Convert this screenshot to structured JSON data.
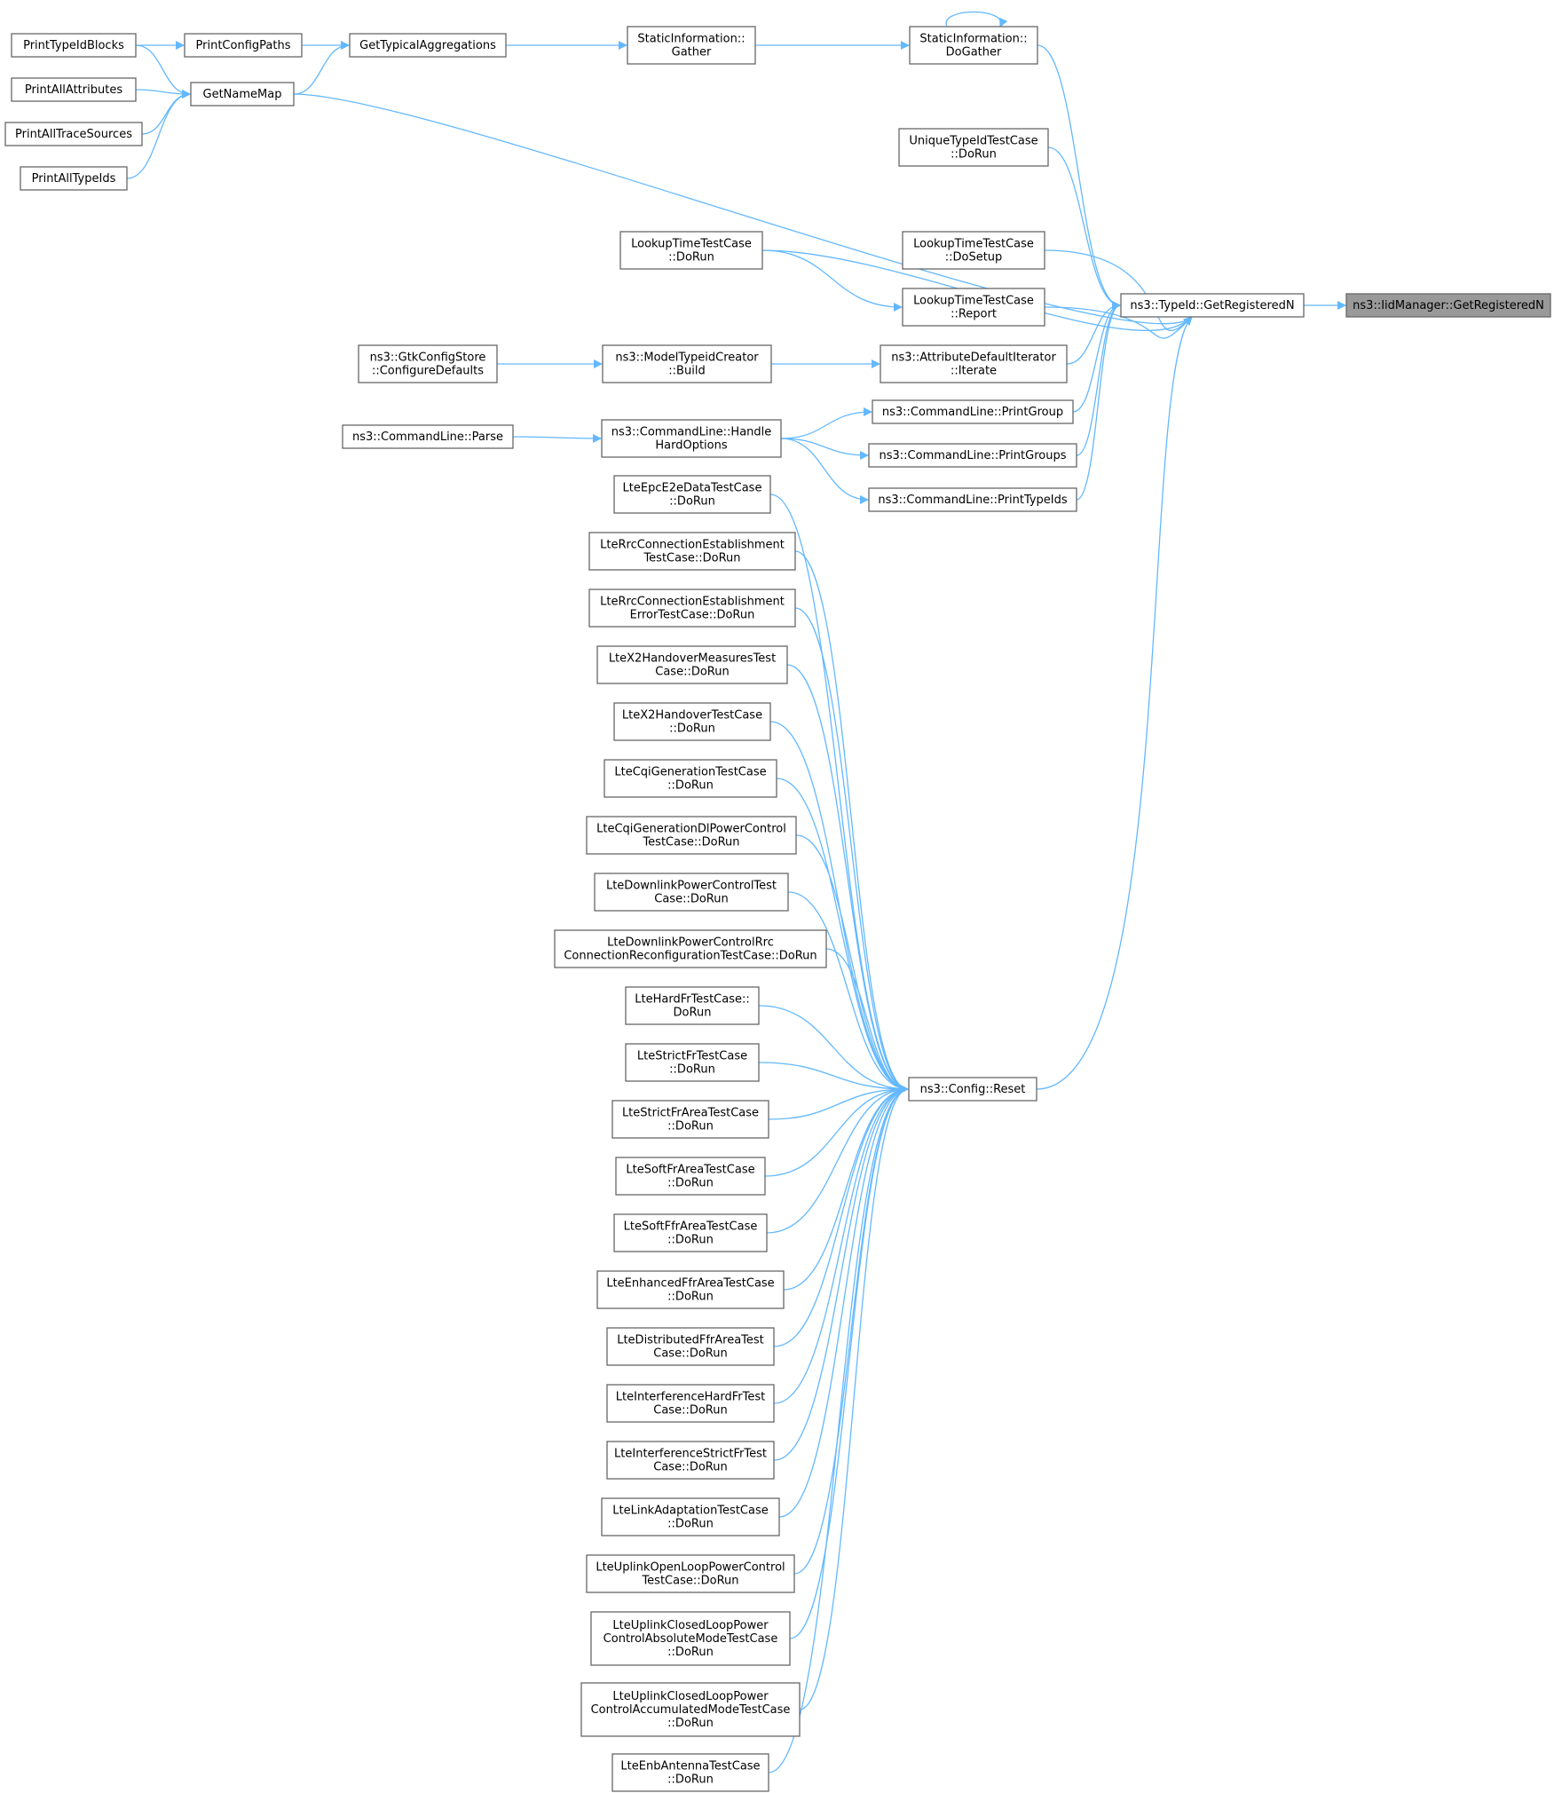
{
  "colors": {
    "edge": "#63b8ff",
    "node_border": "#666666",
    "node_fill": "#ffffff",
    "highlight_fill": "#999999"
  },
  "nodes": [
    {
      "id": "iid",
      "lines": [
        "ns3::IidManager::GetRegisteredN"
      ],
      "highlight": true
    },
    {
      "id": "typeid",
      "lines": [
        "ns3::TypeId::GetRegisteredN"
      ]
    },
    {
      "id": "dogather",
      "lines": [
        "StaticInformation::",
        "DoGather"
      ]
    },
    {
      "id": "gather",
      "lines": [
        "StaticInformation::",
        "Gather"
      ]
    },
    {
      "id": "typagg",
      "lines": [
        "GetTypicalAggregations"
      ]
    },
    {
      "id": "pcp",
      "lines": [
        "PrintConfigPaths"
      ]
    },
    {
      "id": "ptib",
      "lines": [
        "PrintTypeIdBlocks"
      ]
    },
    {
      "id": "gnm",
      "lines": [
        "GetNameMap"
      ]
    },
    {
      "id": "paa",
      "lines": [
        "PrintAllAttributes"
      ]
    },
    {
      "id": "pats",
      "lines": [
        "PrintAllTraceSources"
      ]
    },
    {
      "id": "pati",
      "lines": [
        "PrintAllTypeIds"
      ]
    },
    {
      "id": "utid",
      "lines": [
        "UniqueTypeIdTestCase",
        "::DoRun"
      ]
    },
    {
      "id": "ltrun",
      "lines": [
        "LookupTimeTestCase",
        "::DoRun"
      ]
    },
    {
      "id": "ltsetup",
      "lines": [
        "LookupTimeTestCase",
        "::DoSetup"
      ]
    },
    {
      "id": "ltreport",
      "lines": [
        "LookupTimeTestCase",
        "::Report"
      ]
    },
    {
      "id": "gtk",
      "lines": [
        "ns3::GtkConfigStore",
        "::ConfigureDefaults"
      ]
    },
    {
      "id": "mtc",
      "lines": [
        "ns3::ModelTypeidCreator",
        "::Build"
      ]
    },
    {
      "id": "adi",
      "lines": [
        "ns3::AttributeDefaultIterator",
        "::Iterate"
      ]
    },
    {
      "id": "parse",
      "lines": [
        "ns3::CommandLine::Parse"
      ]
    },
    {
      "id": "hho",
      "lines": [
        "ns3::CommandLine::Handle",
        "HardOptions"
      ]
    },
    {
      "id": "pg",
      "lines": [
        "ns3::CommandLine::PrintGroup"
      ]
    },
    {
      "id": "pgs",
      "lines": [
        "ns3::CommandLine::PrintGroups"
      ]
    },
    {
      "id": "pti",
      "lines": [
        "ns3::CommandLine::PrintTypeIds"
      ]
    },
    {
      "id": "reset",
      "lines": [
        "ns3::Config::Reset"
      ]
    },
    {
      "id": "l1",
      "lines": [
        "LteEpcE2eDataTestCase",
        "::DoRun"
      ]
    },
    {
      "id": "l2",
      "lines": [
        "LteRrcConnectionEstablishment",
        "TestCase::DoRun"
      ]
    },
    {
      "id": "l3",
      "lines": [
        "LteRrcConnectionEstablishment",
        "ErrorTestCase::DoRun"
      ]
    },
    {
      "id": "l4",
      "lines": [
        "LteX2HandoverMeasuresTest",
        "Case::DoRun"
      ]
    },
    {
      "id": "l5",
      "lines": [
        "LteX2HandoverTestCase",
        "::DoRun"
      ]
    },
    {
      "id": "l6",
      "lines": [
        "LteCqiGenerationTestCase",
        "::DoRun"
      ]
    },
    {
      "id": "l7",
      "lines": [
        "LteCqiGenerationDlPowerControl",
        "TestCase::DoRun"
      ]
    },
    {
      "id": "l8",
      "lines": [
        "LteDownlinkPowerControlTest",
        "Case::DoRun"
      ]
    },
    {
      "id": "l9",
      "lines": [
        "LteDownlinkPowerControlRrc",
        "ConnectionReconfigurationTestCase::DoRun"
      ]
    },
    {
      "id": "l10",
      "lines": [
        "LteHardFrTestCase::",
        "DoRun"
      ]
    },
    {
      "id": "l11",
      "lines": [
        "LteStrictFrTestCase",
        "::DoRun"
      ]
    },
    {
      "id": "l12",
      "lines": [
        "LteStrictFrAreaTestCase",
        "::DoRun"
      ]
    },
    {
      "id": "l13",
      "lines": [
        "LteSoftFrAreaTestCase",
        "::DoRun"
      ]
    },
    {
      "id": "l14",
      "lines": [
        "LteSoftFfrAreaTestCase",
        "::DoRun"
      ]
    },
    {
      "id": "l15",
      "lines": [
        "LteEnhancedFfrAreaTestCase",
        "::DoRun"
      ]
    },
    {
      "id": "l16",
      "lines": [
        "LteDistributedFfrAreaTest",
        "Case::DoRun"
      ]
    },
    {
      "id": "l17",
      "lines": [
        "LteInterferenceHardFrTest",
        "Case::DoRun"
      ]
    },
    {
      "id": "l18",
      "lines": [
        "LteInterferenceStrictFrTest",
        "Case::DoRun"
      ]
    },
    {
      "id": "l19",
      "lines": [
        "LteLinkAdaptationTestCase",
        "::DoRun"
      ]
    },
    {
      "id": "l20",
      "lines": [
        "LteUplinkOpenLoopPowerControl",
        "TestCase::DoRun"
      ]
    },
    {
      "id": "l21",
      "lines": [
        "LteUplinkClosedLoopPower",
        "ControlAbsoluteModeTestCase",
        "::DoRun"
      ]
    },
    {
      "id": "l22",
      "lines": [
        "LteUplinkClosedLoopPower",
        "ControlAccumulatedModeTestCase",
        "::DoRun"
      ]
    },
    {
      "id": "l23",
      "lines": [
        "LteEnbAntennaTestCase",
        "::DoRun"
      ]
    }
  ],
  "edges": [
    [
      "typeid",
      "iid"
    ],
    [
      "dogather",
      "dogather"
    ],
    [
      "dogather",
      "typeid"
    ],
    [
      "gather",
      "dogather"
    ],
    [
      "typagg",
      "gather"
    ],
    [
      "pcp",
      "typagg"
    ],
    [
      "gnm",
      "typagg"
    ],
    [
      "ptib",
      "pcp"
    ],
    [
      "ptib",
      "gnm"
    ],
    [
      "paa",
      "gnm"
    ],
    [
      "pats",
      "gnm"
    ],
    [
      "pati",
      "gnm"
    ],
    [
      "gnm",
      "typeid"
    ],
    [
      "utid",
      "typeid"
    ],
    [
      "ltrun",
      "typeid"
    ],
    [
      "ltrun",
      "ltreport"
    ],
    [
      "ltsetup",
      "typeid"
    ],
    [
      "ltreport",
      "typeid"
    ],
    [
      "gtk",
      "mtc"
    ],
    [
      "mtc",
      "adi"
    ],
    [
      "adi",
      "typeid"
    ],
    [
      "parse",
      "hho"
    ],
    [
      "hho",
      "pg"
    ],
    [
      "hho",
      "pgs"
    ],
    [
      "hho",
      "pti"
    ],
    [
      "pg",
      "typeid"
    ],
    [
      "pgs",
      "typeid"
    ],
    [
      "pti",
      "typeid"
    ],
    [
      "reset",
      "typeid"
    ],
    [
      "l1",
      "reset"
    ],
    [
      "l2",
      "reset"
    ],
    [
      "l3",
      "reset"
    ],
    [
      "l4",
      "reset"
    ],
    [
      "l5",
      "reset"
    ],
    [
      "l6",
      "reset"
    ],
    [
      "l7",
      "reset"
    ],
    [
      "l8",
      "reset"
    ],
    [
      "l9",
      "reset"
    ],
    [
      "l10",
      "reset"
    ],
    [
      "l11",
      "reset"
    ],
    [
      "l12",
      "reset"
    ],
    [
      "l13",
      "reset"
    ],
    [
      "l14",
      "reset"
    ],
    [
      "l15",
      "reset"
    ],
    [
      "l16",
      "reset"
    ],
    [
      "l17",
      "reset"
    ],
    [
      "l18",
      "reset"
    ],
    [
      "l19",
      "reset"
    ],
    [
      "l20",
      "reset"
    ],
    [
      "l21",
      "reset"
    ],
    [
      "l22",
      "reset"
    ],
    [
      "l23",
      "reset"
    ]
  ]
}
